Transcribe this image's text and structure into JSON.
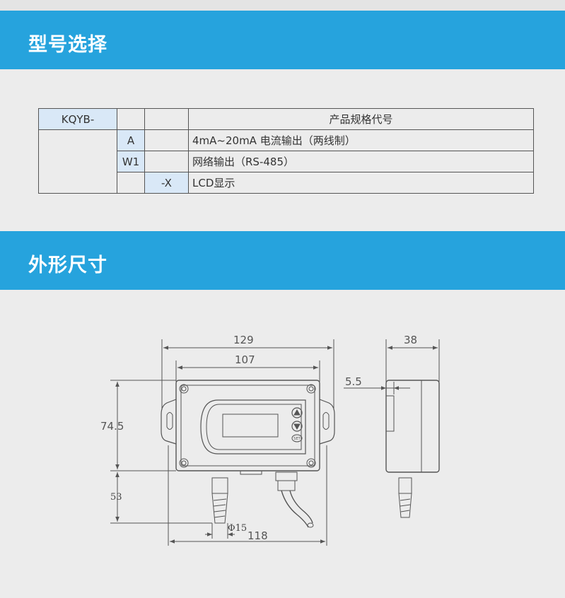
{
  "sections": {
    "model_selection": "型号选择",
    "dimensions": "外形尺寸"
  },
  "table": {
    "prefix": "KQYB-",
    "header": "产品规格代号",
    "rows": [
      {
        "code": "A",
        "desc": "4mA~20mA 电流输出（两线制）"
      },
      {
        "code": "W1",
        "desc": "网络输出（RS-485）"
      },
      {
        "code": "-X",
        "desc": "LCD显示"
      }
    ]
  },
  "drawing": {
    "dim_129": "129",
    "dim_107": "107",
    "dim_38": "38",
    "dim_5_5": "5.5",
    "dim_74_5": "74.5",
    "dim_53": "53",
    "dim_phi15": "Φ15",
    "dim_118": "118",
    "button_set": "SET"
  },
  "colors": {
    "banner": "#26a3dd",
    "highlight": "#d9e8f7"
  }
}
